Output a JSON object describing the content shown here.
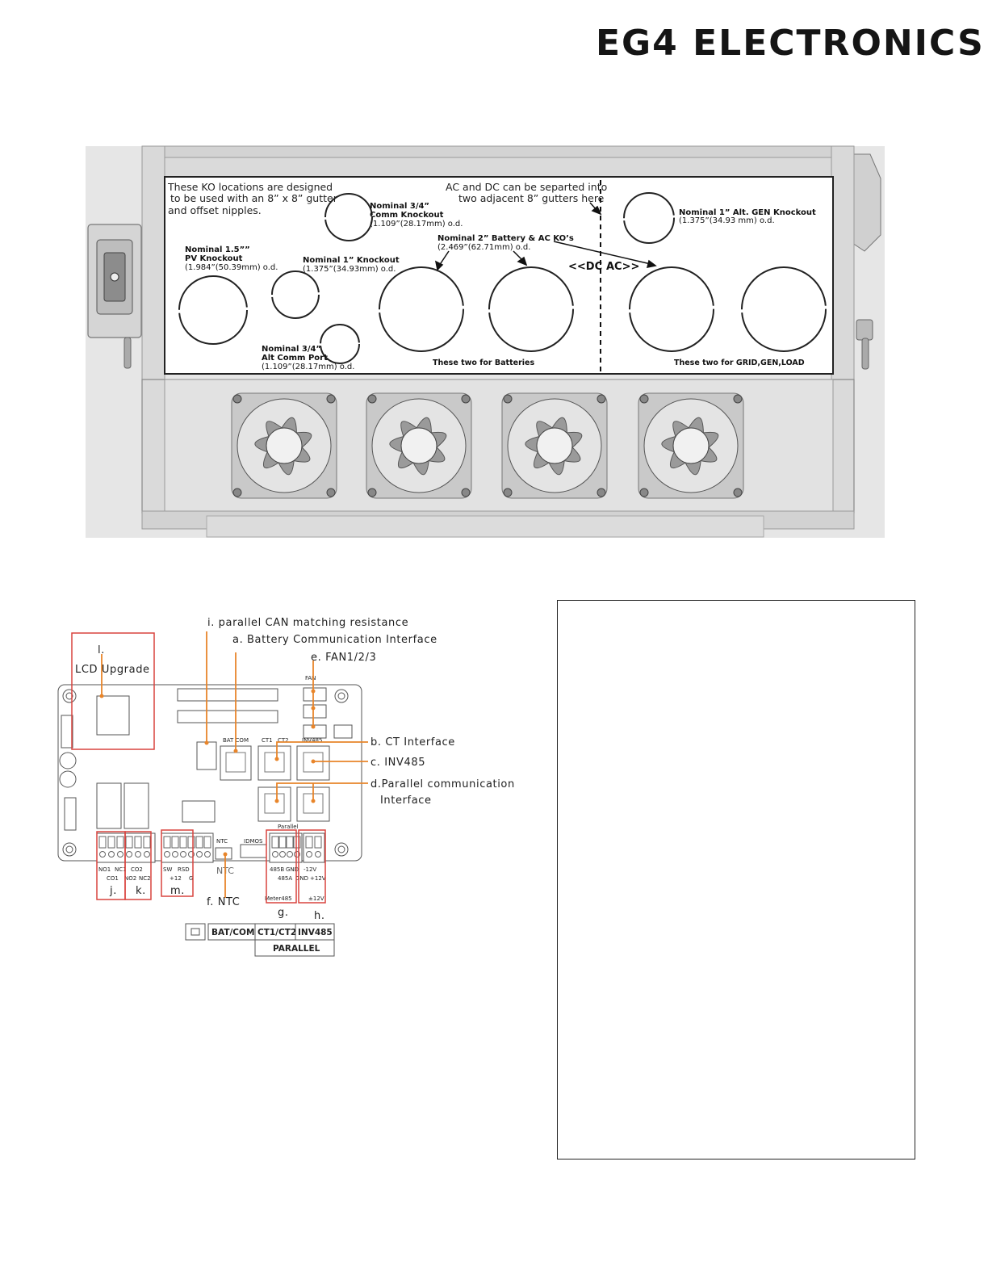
{
  "header": {
    "brand": "EG4 ELECTRONICS"
  },
  "knockout_diagram": {
    "note_gutter": [
      "These KO locations are designed",
      "to be used with an 8” x 8” gutter",
      "and offset nipples."
    ],
    "note_separate": [
      "AC and DC can be separted into",
      "two adjacent 8” gutters here"
    ],
    "ko_comm": [
      "Nominal 3/4”",
      "Comm Knockout",
      "(1.109”(28.17mm) o.d."
    ],
    "ko_pv": [
      "Nominal 1.5””",
      "PV Knockout",
      "(1.984”(50.39mm) o.d."
    ],
    "ko_one_inch": [
      "Nominal 1” Knockout",
      "(1.375”(34.93mm) o.d."
    ],
    "ko_battery_ac": [
      "Nominal 2” Battery & AC KO’s",
      "(2.469”(62.71mm) o.d."
    ],
    "ko_alt_gen": [
      "Nominal 1” Alt. GEN Knockout",
      "(1.375”(34.93 mm) o.d."
    ],
    "ko_alt_comm": [
      "Nominal 3/4”",
      "Alt Comm Port",
      "(1.109”(28.17mm) o.d."
    ],
    "dc_label": "<<DC",
    "ac_label": "AC>>",
    "batteries_label": "These two for Batteries",
    "grid_label": "These two for GRID,GEN,LOAD"
  },
  "board_diagram": {
    "callouts": {
      "i": "i. parallel CAN matching resistance",
      "a": "a. Battery Communication Interface",
      "e": "e. FAN1/2/3",
      "b": "b. CT Interface",
      "c": "c. INV485",
      "d1": "d.Parallel communication",
      "d2": "Interface",
      "f": "f. NTC",
      "l1": "l.",
      "l2": "LCD Upgrade",
      "j": "j.",
      "k": "k.",
      "m": "m.",
      "g": "g.",
      "h": "h."
    },
    "silk": {
      "fan": "FAN",
      "bat_com": "BAT COM",
      "ct1": "CT1",
      "ct2": "CT2",
      "inv485": "INV485",
      "parallel": "Parallel",
      "ntc": "NTC",
      "ntc_small": "NTC",
      "idmos": "IDMOS",
      "meter485": "Meter485",
      "pm12": "±12V",
      "no1": "NO1",
      "nc1": "NC1",
      "co1": "CO1",
      "co2": "CO2",
      "no2": "NO2",
      "nc2": "NC2",
      "sw": "SW",
      "rsd": "RSD",
      "p12": "+12",
      "g": "G",
      "p485b": "485B",
      "gnd1": "GND",
      "p485a": "485A",
      "gnd2": "GND",
      "m12v": "-12V",
      "p12v": "+12V"
    },
    "legend": {
      "bat_com": "BAT/COM",
      "ct": "CT1/CT2",
      "inv485": "INV485",
      "parallel": "PARALLEL"
    }
  },
  "colors": {
    "callout": "#e8852a",
    "box": "#d9433e",
    "sheet": "#e0e0e0"
  }
}
